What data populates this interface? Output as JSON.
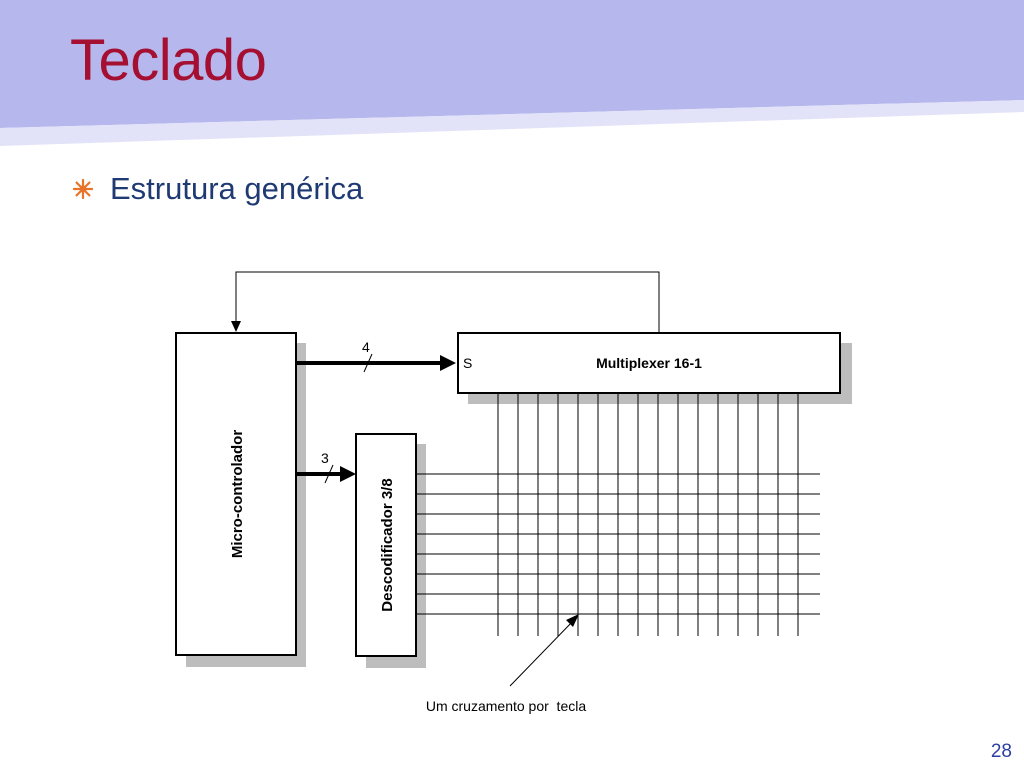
{
  "slide": {
    "title": "Teclado",
    "bullet": "Estrutura genérica",
    "page_number": "28"
  },
  "diagram": {
    "microcontroller_label": "Micro-controlador",
    "decoder_label": "Descodificador 3/8",
    "multiplexer_label": "Multiplexer 16-1",
    "mux_select_label": "S",
    "bus_width_to_mux": "4",
    "bus_width_to_decoder": "3",
    "crossing_note": "Um cruzamento por  tecla",
    "mux_output_lines": 16,
    "decoder_output_lines": 8
  },
  "colors": {
    "title": "#a50f32",
    "bullet_text": "#1f3a73",
    "bullet_icon": "#e8742a",
    "header_band": "#b6b7ec",
    "page_number": "#2b3fa0"
  }
}
